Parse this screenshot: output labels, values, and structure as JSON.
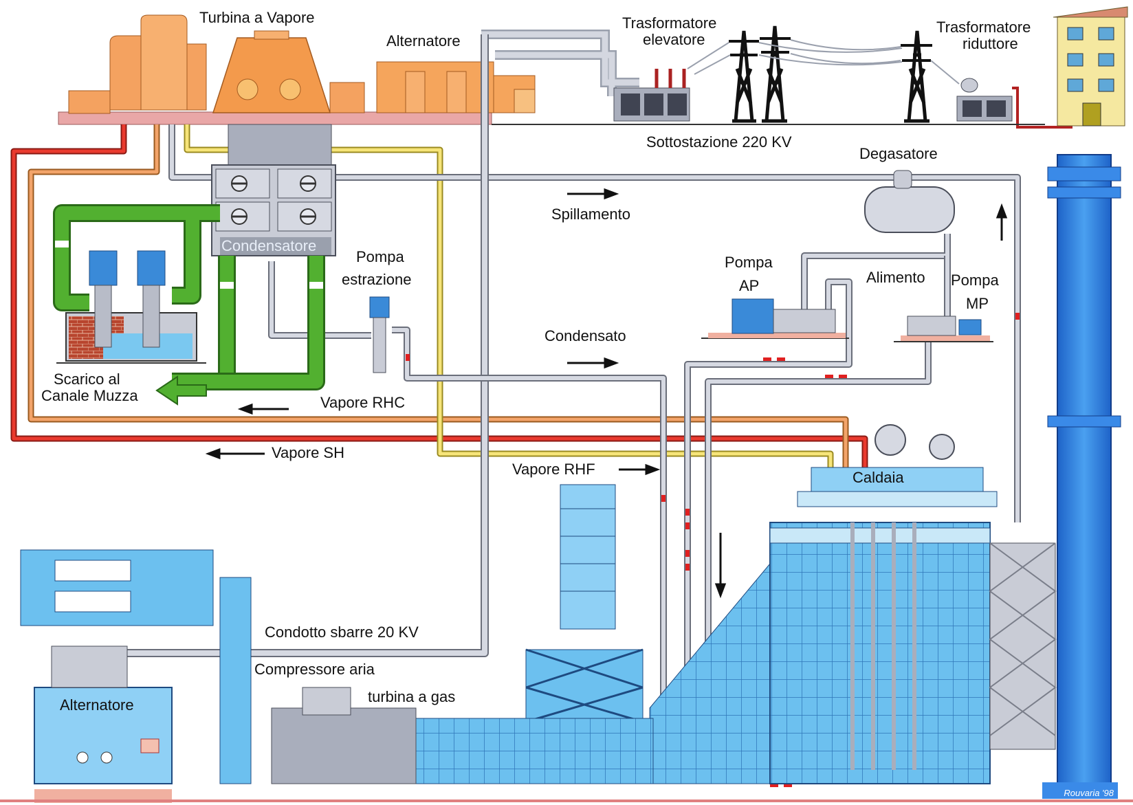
{
  "labels": {
    "turbina_vapore": "Turbina a Vapore",
    "alternatore_top": "Alternatore",
    "trasformatore_elevatore_1": "Trasformatore",
    "trasformatore_elevatore_2": "elevatore",
    "trasformatore_riduttore_1": "Trasformatore",
    "trasformatore_riduttore_2": "riduttore",
    "sottostazione": "Sottostazione 220 KV",
    "degasatore": "Degasatore",
    "spillamento": "Spillamento",
    "condensatore": "Condensatore",
    "pompa_estrazione_1": "Pompa",
    "pompa_estrazione_2": "estrazione",
    "pompa_ap_1": "Pompa",
    "pompa_ap_2": "AP",
    "alimento": "Alimento",
    "pompa_mp_1": "Pompa",
    "pompa_mp_2": "MP",
    "condensato": "Condensato",
    "scarico_1": "Scarico  al",
    "scarico_2": "Canale Muzza",
    "vapore_rhc": "Vapore RHC",
    "vapore_sh": "Vapore SH",
    "vapore_rhf": "Vapore RHF",
    "caldaia": "Caldaia",
    "condotto_sbarre": "Condotto sbarre 20 KV",
    "compressore_aria": "Compressore aria",
    "turbina_gas": "turbina a gas",
    "alternatore_bottom": "Alternatore",
    "signature": "Rouvaria '98"
  },
  "colors": {
    "turbine_orange": "#f7a35c",
    "pipe_grey": "#c9ccd6",
    "pipe_red": "#e8342a",
    "pipe_orange": "#f0a060",
    "pipe_yellow": "#f5e070",
    "water_green": "#4aa02c",
    "equipment_blue": "#5fb4e8",
    "chimney_blue": "#2f7fe0",
    "building_yellow": "#f5e8a0"
  }
}
